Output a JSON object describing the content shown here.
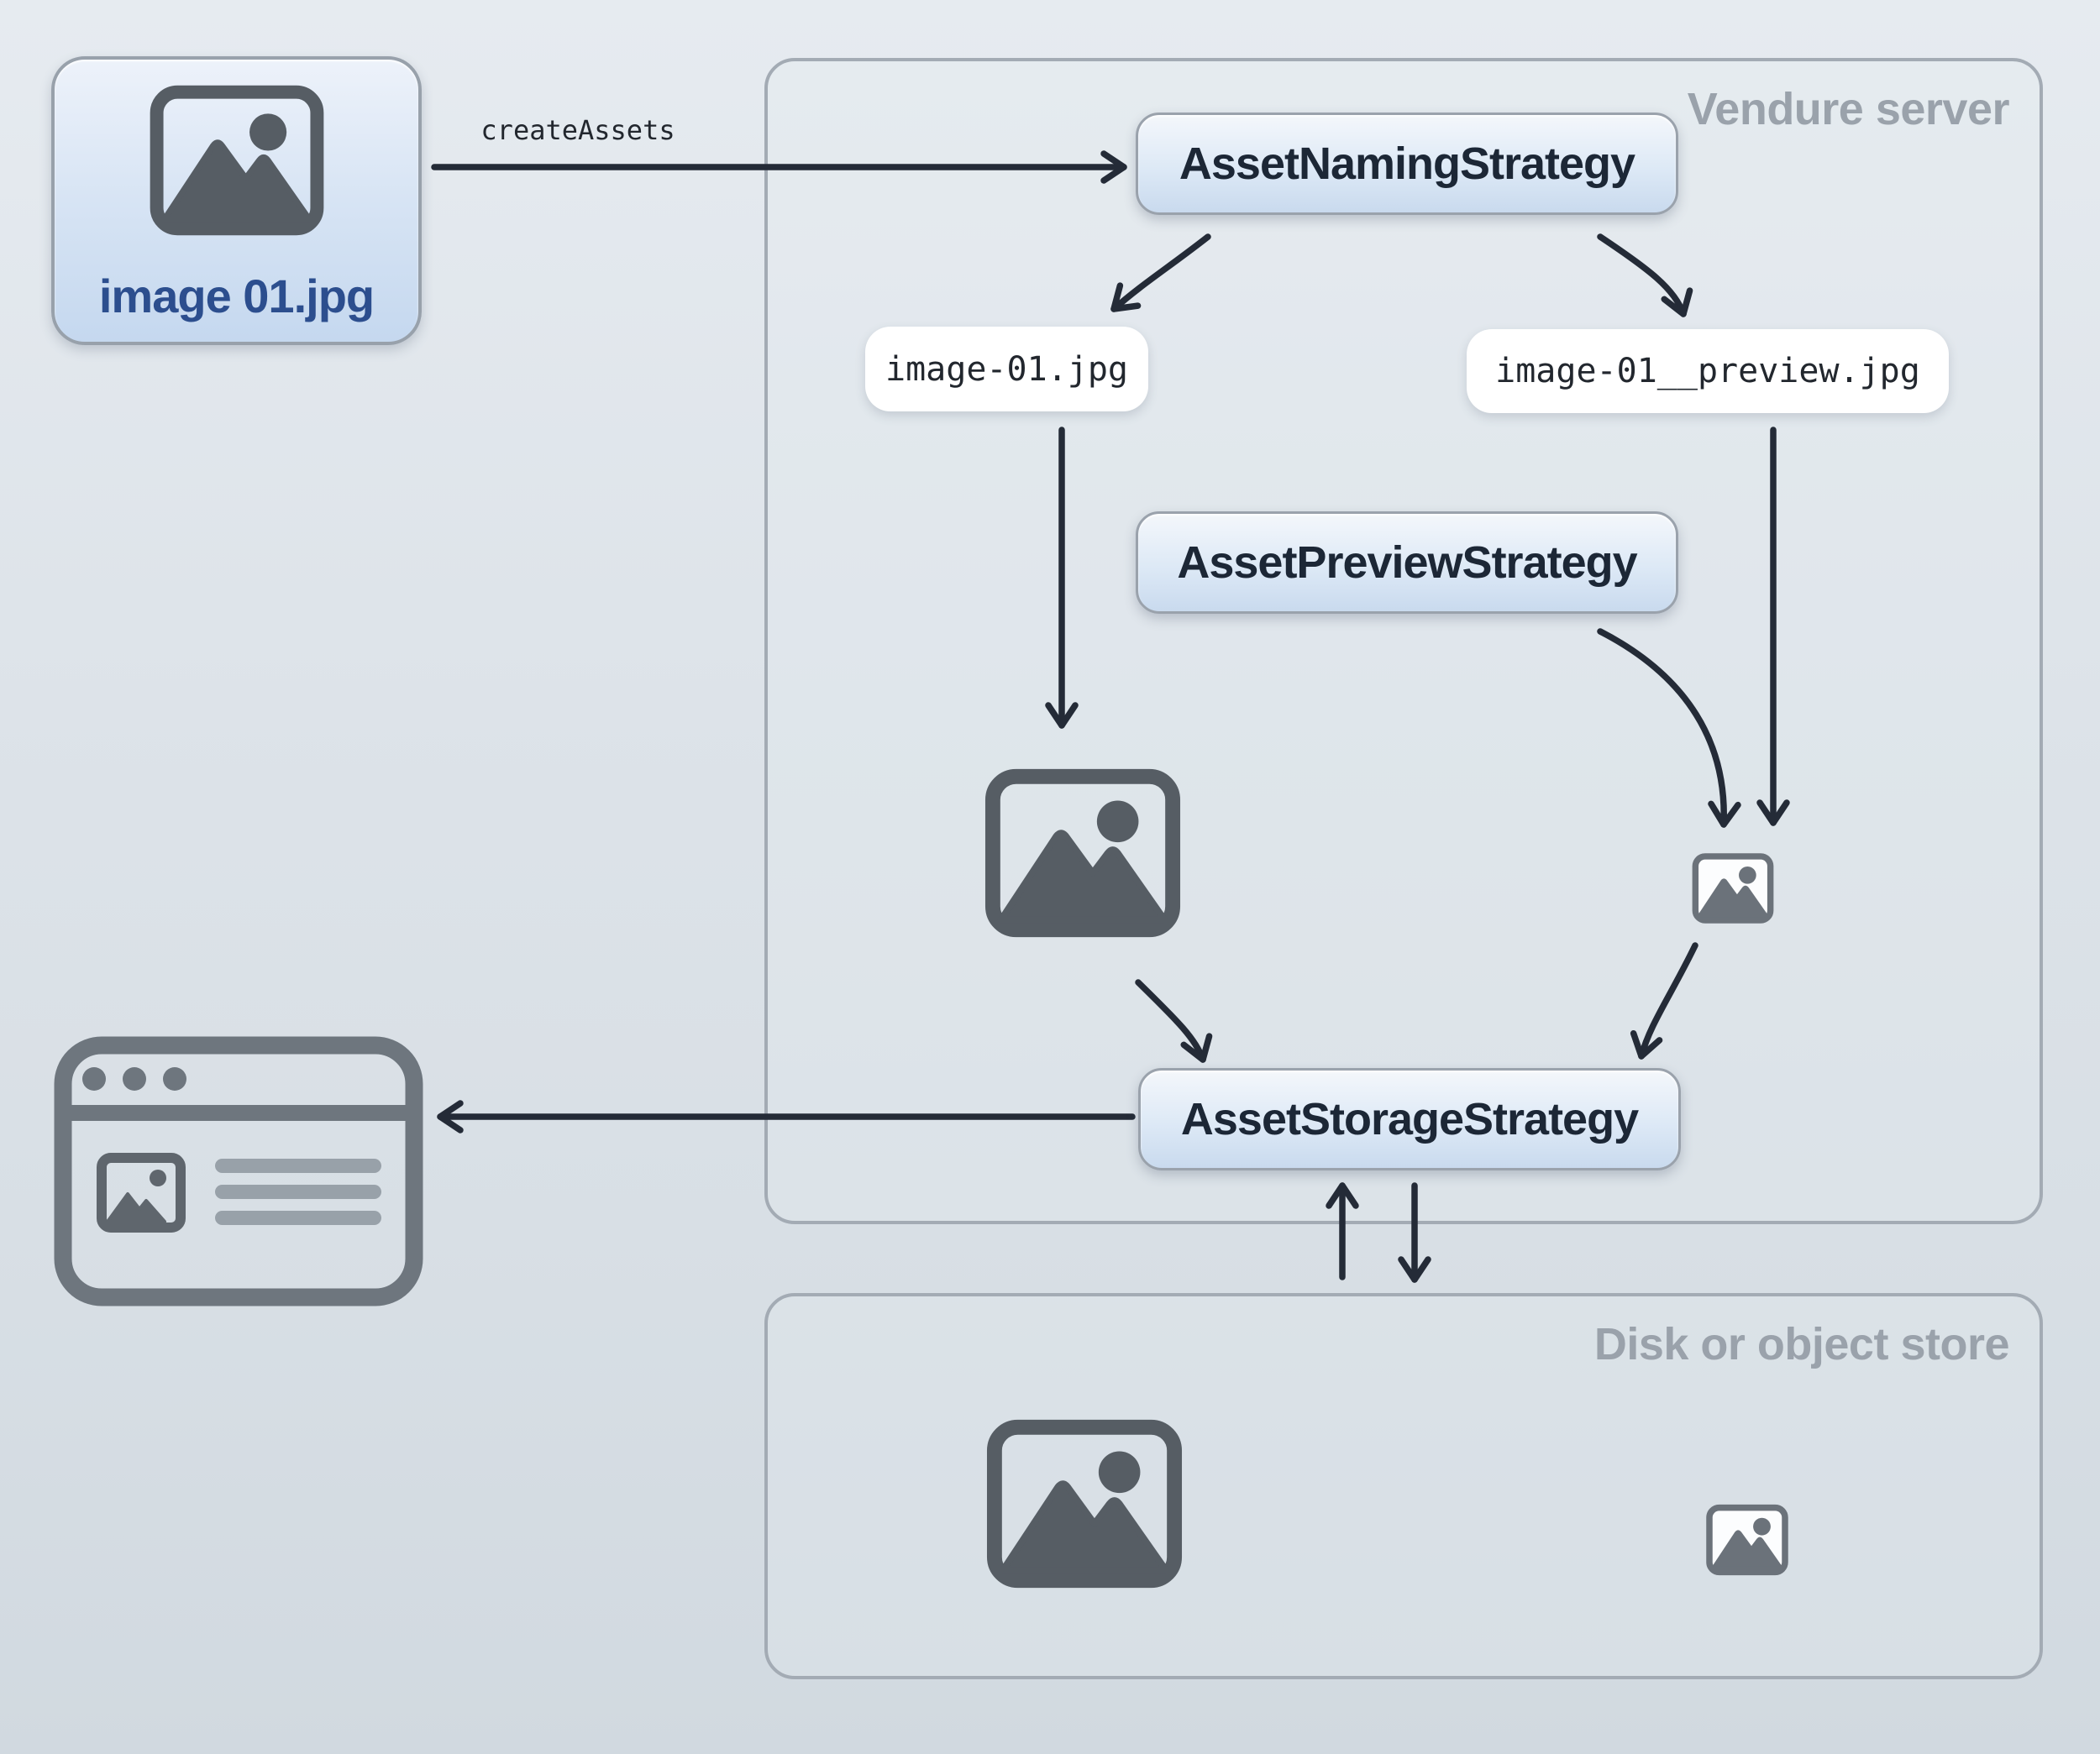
{
  "diagram": {
    "source_file_label": "image 01.jpg",
    "create_assets_label": "createAssets",
    "server_title": "Vendure server",
    "naming_strategy_label": "AssetNamingStrategy",
    "preview_strategy_label": "AssetPreviewStrategy",
    "storage_strategy_label": "AssetStorageStrategy",
    "original_file_name": "image-01.jpg",
    "preview_file_name": "image-01__preview.jpg",
    "store_title": "Disk or object store"
  },
  "icons": {
    "source_file": "image-file-icon",
    "server_original": "original-image-icon",
    "server_preview": "preview-image-icon",
    "store_original": "stored-original-image-icon",
    "store_preview": "stored-preview-image-icon",
    "client": "browser-window-icon"
  },
  "colors": {
    "background_top": "#e6ebf0",
    "background_bottom": "#d1d9e0",
    "container_border": "#a3abb4",
    "container_label": "#9aa2ab",
    "node_border": "#9aa2ac",
    "node_text": "#1c2736",
    "node_gradient_top": "#f4f7fb",
    "node_gradient_bottom": "#c9daee",
    "file_label_bg": "#ffffff",
    "code_text": "#22272e",
    "source_file_text": "#2c4e8e",
    "arrow": "#242b37",
    "icon_gray": "#565d64",
    "browser_icon_gray": "#6e767e"
  }
}
